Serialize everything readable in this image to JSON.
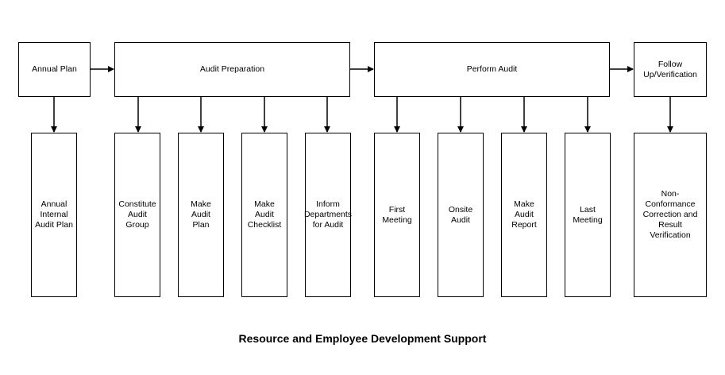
{
  "top_row": [
    {
      "id": "annual-plan",
      "label": "Annual Plan"
    },
    {
      "id": "audit-preparation",
      "label": "Audit Preparation"
    },
    {
      "id": "perform-audit",
      "label": "Perform Audit"
    },
    {
      "id": "follow-up",
      "label": "Follow\nUp/Verification"
    }
  ],
  "bottom_row": [
    {
      "id": "annual-internal-audit-plan",
      "label": "Annual\nInternal\nAudit Plan"
    },
    {
      "id": "constitute-audit-group",
      "label": "Constitute\nAudit\nGroup"
    },
    {
      "id": "make-audit-plan",
      "label": "Make Audit\nPlan"
    },
    {
      "id": "make-audit-checklist",
      "label": "Make Audit\nChecklist"
    },
    {
      "id": "inform-departments",
      "label": "Inform\nDepartments\nfor Audit"
    },
    {
      "id": "first-meeting",
      "label": "First\nMeeting"
    },
    {
      "id": "onsite-audit",
      "label": "Onsite\nAudit"
    },
    {
      "id": "make-audit-report",
      "label": "Make Audit\nReport"
    },
    {
      "id": "last-meeting",
      "label": "Last\nMeeting"
    },
    {
      "id": "non-conformance",
      "label": "Non-Conformance\nCorrection and\nResult Verification"
    }
  ],
  "footer": "Resource and Employee Development Support"
}
